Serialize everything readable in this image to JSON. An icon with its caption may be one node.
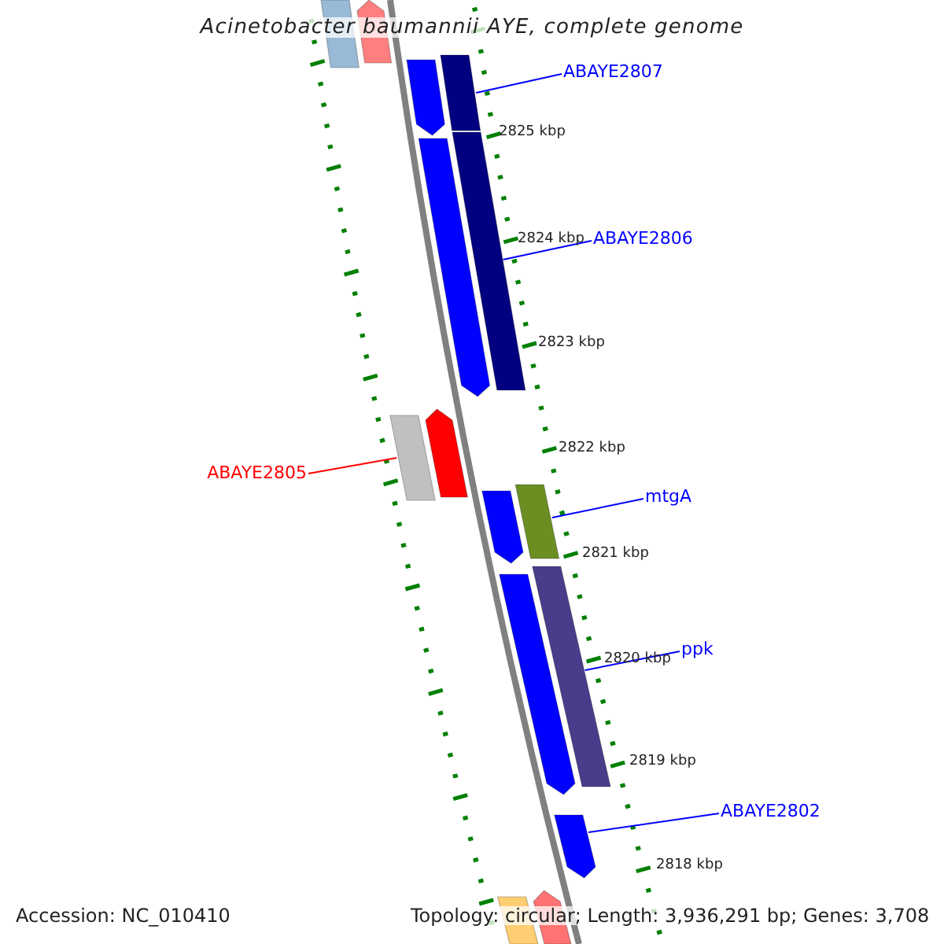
{
  "diagram": {
    "title": "Acinetobacter baumannii AYE, complete genome",
    "nodes": [
      {
        "text": [],
        "shape": "bar"
      },
      {
        "text": [],
        "shape": "bar"
      },
      {
        "text": [
          "ABAYE2807"
        ]
      },
      {
        "text": [],
        "shape": "bar"
      },
      {
        "text": [],
        "shape": "bar"
      },
      {
        "text": [],
        "shape": "bar"
      },
      {
        "text": [
          "ABAYE2806"
        ]
      },
      {
        "text": [],
        "shape": "bar"
      },
      {
        "text": [],
        "shape": "bar"
      },
      {
        "text": [
          "ABAYE2805"
        ]
      },
      {
        "text": [],
        "shape": "bar"
      },
      {
        "text": [],
        "shape": "bar"
      },
      {
        "text": [],
        "shape": "bar"
      },
      {
        "text": [
          "mtgA"
        ]
      },
      {
        "text": [],
        "shape": "bar"
      },
      {
        "text": [],
        "shape": "bar"
      },
      {
        "text": [
          "ppk"
        ]
      },
      {
        "text": [],
        "shape": "bar"
      },
      {
        "text": [
          "ABAYE2802"
        ]
      },
      {
        "text": [],
        "shape": "bar"
      },
      {
        "text": [],
        "shape": "bar"
      }
    ],
    "edges": [
      {
        "from": 2,
        "to": 4,
        "arrow": "none"
      },
      {
        "from": 6,
        "to": 7,
        "arrow": "none"
      },
      {
        "from": 9,
        "to": 8,
        "arrow": "none",
        "color": "#ff0000"
      },
      {
        "from": 13,
        "to": 12,
        "arrow": "none"
      },
      {
        "from": 16,
        "to": 15,
        "arrow": "none"
      },
      {
        "from": 18,
        "to": 17,
        "arrow": "none"
      }
    ],
    "labels": [
      "2825 kbp",
      "2824 kbp",
      "2823 kbp",
      "2822 kbp",
      "2821 kbp",
      "2820 kbp",
      "2819 kbp",
      "2818 kbp",
      "Accession: NC_010410",
      "Topology: circular; Length: 3,936,291 bp; Genes: 3,708"
    ]
  }
}
